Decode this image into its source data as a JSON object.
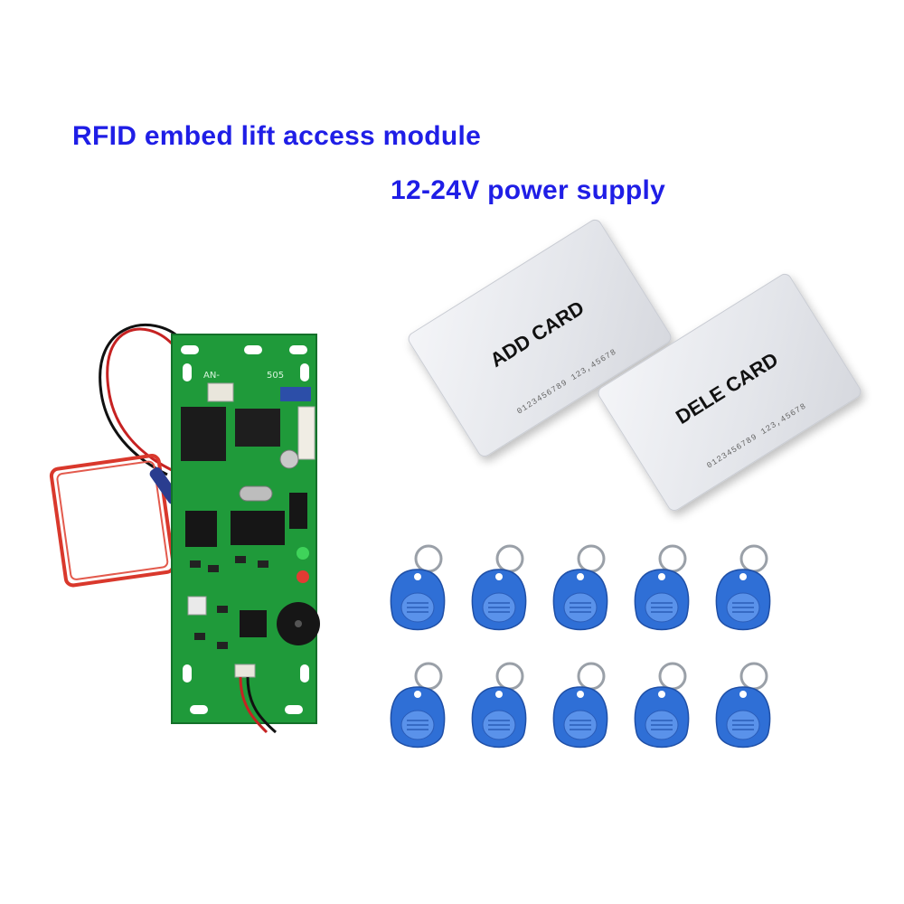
{
  "titles": {
    "line1": "RFID embed lift access module",
    "line2": "12-24V power supply"
  },
  "cards": [
    {
      "label": "ADD CARD",
      "number": "0123456789 123,45678"
    },
    {
      "label": "DELE CARD",
      "number": "0123456789 123,45678"
    }
  ],
  "board": {
    "silkscreen_left": "AN-",
    "silkscreen_right": "505"
  },
  "key_fobs": {
    "count": 10,
    "color": "#2f6fd6"
  },
  "colors": {
    "title": "#1f1ee6",
    "pcb": "#1f9a3a",
    "antenna": "#d9382c"
  }
}
